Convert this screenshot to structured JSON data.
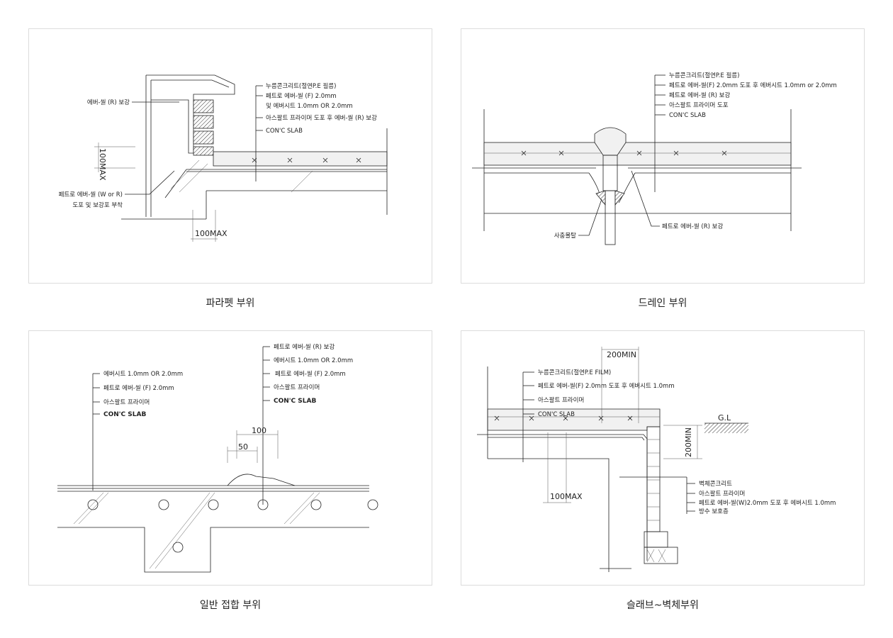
{
  "panels": [
    {
      "caption": "파라펫 부위",
      "labels": [
        "누름콘크리트(절연P.E 필름)",
        "페트로 에버-씰 (F) 2.0mm",
        "및 에버시트 1.0mm OR 2.0mm",
        "아스팔트 프라이머 도포 후 에버-씰 (R) 보강",
        "CON'C SLAB"
      ],
      "side_labels": [
        "에버-씰 (R) 보강",
        "페트로 에버-씰 (W or R)",
        "도포 및 보강포 부착"
      ],
      "dims": [
        "100MAX",
        "100MAX"
      ]
    },
    {
      "caption": "드레인 부위",
      "labels": [
        "누름콘크리트(절연P.E 필름)",
        "페트로 에버-씰(F) 2.0mm 도포 후 에버시트 1.0mm or 2.0mm",
        "페트로 에버-씰 (R) 보강",
        "아스팔트 프라이머 도포",
        "CON'C SLAB"
      ],
      "side_labels": [
        "페트로 에버-씰 (R) 보강",
        "사춤몰탈"
      ]
    },
    {
      "caption": "일반 접합 부위",
      "labels_left": [
        "에버시트 1.0mm OR 2.0mm",
        "페트로 에버-씰 (F) 2.0mm",
        "아스팔트 프라이머",
        "CON'C SLAB"
      ],
      "labels_right": [
        "페트로 에버-씰 (R) 보강",
        "에버시트 1.0mm OR 2.0mm",
        "페트로 에버-씰 (F) 2.0mm",
        "아스팔트 프라이머",
        "CON'C SLAB"
      ],
      "dims": [
        "100",
        "50"
      ]
    },
    {
      "caption": "슬래브~벽체부위",
      "labels": [
        "누름콘크리트(절연P.E FILM)",
        "페트로 에버-씰(F) 2.0mm 도포 후 에버시트 1.0mm",
        "아스팔트 프라이머",
        "CON'C SLAB"
      ],
      "wall_labels": [
        "벽체콘크리트",
        "아스팔트 프라이머",
        "페트로 에버-씰(W)2.0mm 도포 후 에버시트 1.0mm",
        "방수 보호층"
      ],
      "dims": [
        "200MIN",
        "200MIN",
        "100MAX"
      ],
      "ground_label": "G.L"
    }
  ]
}
